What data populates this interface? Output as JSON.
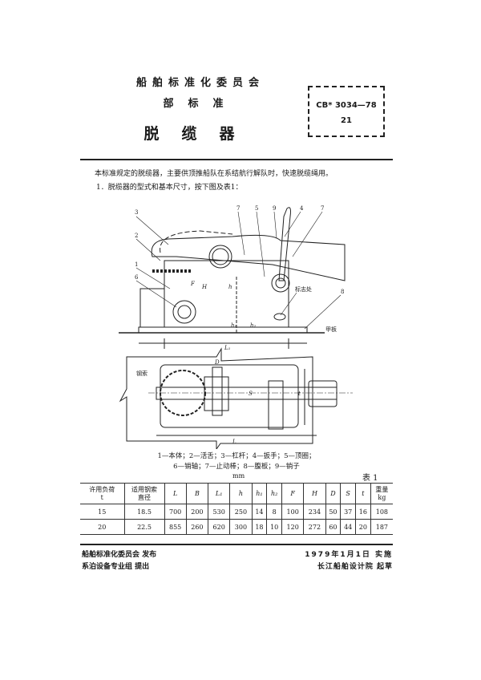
{
  "header": {
    "committee": "船舶标准化委员会",
    "level": "部标准",
    "title": "脱缆器",
    "code": "CB* 3034—78",
    "page_number": "21"
  },
  "intro": {
    "line1": "本标准规定的脱缆器，主要供顶推船队在系结航行解队时，快速脱缆绳用。",
    "line2": "1．脱缆器的型式和基本尺寸，按下图及表1："
  },
  "drawing": {
    "part_numbers": [
      "3",
      "2",
      "1",
      "6",
      "7",
      "5",
      "9",
      "4",
      "7",
      "8"
    ],
    "labels": {
      "mark": "标志处",
      "deck": "甲板",
      "cable": "钢索"
    },
    "dims": {
      "L": "L",
      "L1": "L₁",
      "h": "h",
      "h1": "h₁",
      "h2": "h₂",
      "H": "H",
      "F": "F",
      "D": "D",
      "S": "S",
      "t": "t"
    }
  },
  "caption": {
    "line1": "1—本体；2—活舌；3—杠杆；4—扳手；5—顶圈；",
    "line2": "6—销轴；7—止动棒；8—腹板；9—销子"
  },
  "table": {
    "unit": "mm",
    "label": "表 1",
    "headers": [
      "许用负荷\nt",
      "适用钢索\n直径",
      "L",
      "B",
      "L₁",
      "h",
      "h₁",
      "h₂",
      "F",
      "H",
      "D",
      "S",
      "t",
      "重量\nkg"
    ],
    "rows": [
      [
        "15",
        "18.5",
        "700",
        "200",
        "530",
        "250",
        "14",
        "8",
        "100",
        "234",
        "50",
        "37",
        "16",
        "108"
      ],
      [
        "20",
        "22.5",
        "855",
        "260",
        "620",
        "300",
        "18",
        "10",
        "120",
        "272",
        "60",
        "44",
        "20",
        "187"
      ]
    ]
  },
  "footer": {
    "left1": "船舶标准化委员会  发布",
    "left2": "系泊设备专业组  提出",
    "right1": "1979年1月1日  实施",
    "right2": "长江船舶设计院  起草"
  }
}
